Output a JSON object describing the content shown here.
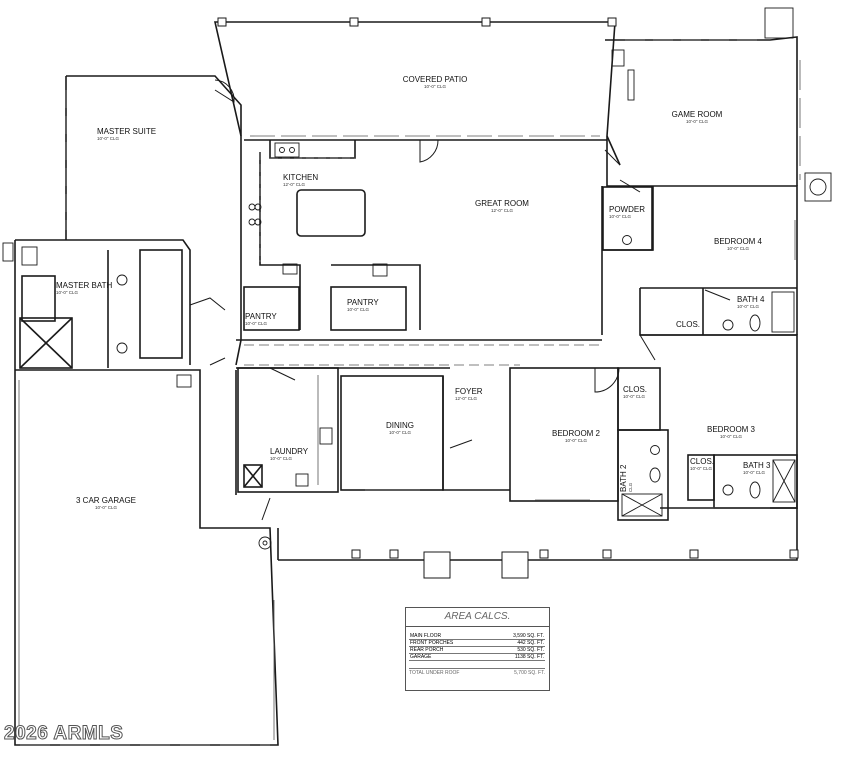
{
  "rooms": {
    "covered_patio": {
      "name": "COVERED PATIO",
      "dim": "10'-0\" CLG"
    },
    "game_room": {
      "name": "GAME ROOM",
      "dim": "10'-0\" CLG"
    },
    "master_suite": {
      "name": "MASTER SUITE",
      "dim": "10'-0\" CLG"
    },
    "kitchen": {
      "name": "KITCHEN",
      "dim": "12'-0\" CLG"
    },
    "great_room": {
      "name": "GREAT ROOM",
      "dim": "12'-0\" CLG"
    },
    "powder": {
      "name": "POWDER",
      "dim": "10'-0\" CLG"
    },
    "bedroom4": {
      "name": "BEDROOM 4",
      "dim": "10'-0\" CLG"
    },
    "master_bath": {
      "name": "MASTER BATH",
      "dim": "10'-0\" CLG"
    },
    "bath4": {
      "name": "BATH 4",
      "dim": "10'-0\" CLG"
    },
    "clos4": {
      "name": "CLOS."
    },
    "pantry1": {
      "name": "PANTRY",
      "dim": "10'-0\" CLG"
    },
    "pantry2": {
      "name": "PANTRY",
      "dim": "10'-0\" CLG"
    },
    "foyer": {
      "name": "FOYER",
      "dim": "12'-0\" CLG"
    },
    "clos2": {
      "name": "CLOS.",
      "dim": "10'-0\" CLG"
    },
    "dining": {
      "name": "DINING",
      "dim": "10'-0\" CLG"
    },
    "bedroom2": {
      "name": "BEDROOM 2",
      "dim": "10'-0\" CLG"
    },
    "bedroom3": {
      "name": "BEDROOM 3",
      "dim": "10'-0\" CLG"
    },
    "laundry": {
      "name": "LAUNDRY",
      "dim": "10'-0\" CLG"
    },
    "clos3": {
      "name": "CLOS.",
      "dim": "10'-0\" CLG"
    },
    "bath3": {
      "name": "BATH 3",
      "dim": "10'-0\" CLG"
    },
    "bath2": {
      "name": "BATH 2",
      "dim": "CLG"
    },
    "garage": {
      "name": "3 CAR GARAGE",
      "dim": "10'-0\" CLG"
    }
  },
  "area_calcs": {
    "title": "AREA CALCS.",
    "rows": [
      {
        "label": "MAIN FLOOR",
        "value": "3,590 SQ. FT."
      },
      {
        "label": "FRONT PORCHES",
        "value": "442 SQ. FT."
      },
      {
        "label": "REAR PORCH",
        "value": "530 SQ. FT."
      },
      {
        "label": "GARAGE",
        "value": "1138 SQ. FT."
      }
    ],
    "total_label": "TOTAL UNDER ROOF",
    "total_value": "5,700 SQ. FT."
  },
  "watermark": "2026 ARMLS",
  "colors": {
    "line": "#1a1a1a",
    "light_line": "#555555",
    "background": "#ffffff"
  }
}
